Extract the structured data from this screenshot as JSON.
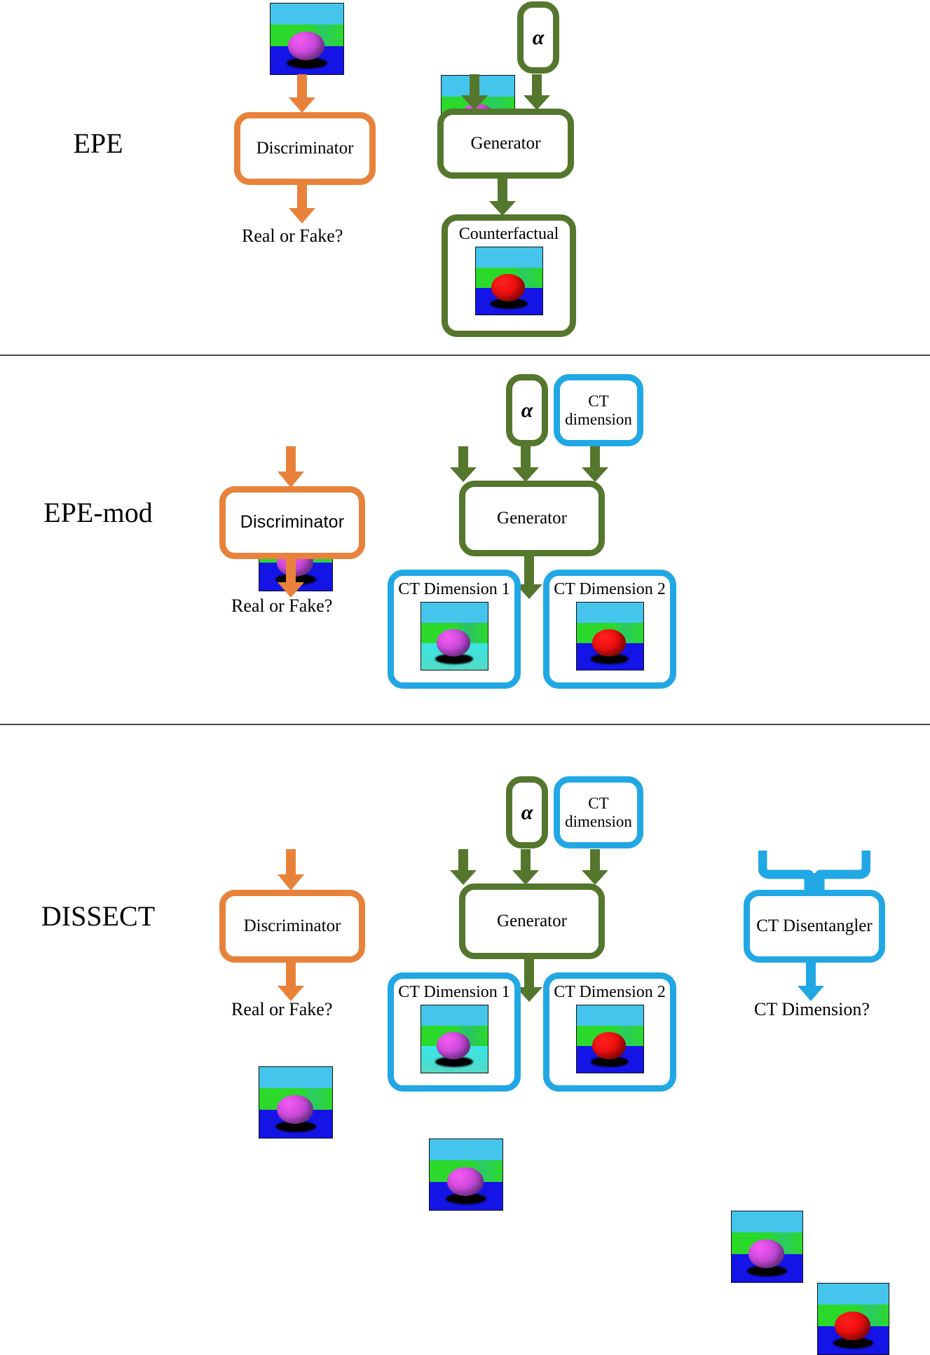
{
  "figure": {
    "type": "diagram",
    "title": "",
    "colors": {
      "discriminator": "#E8823A",
      "generator": "#54762D",
      "ct": "#22A7E5",
      "divider": "#4A4A4A",
      "background": "#FFFFFF"
    }
  },
  "rows": [
    {
      "id": "epe",
      "label": "EPE",
      "blocks": {
        "input_image_caption": "",
        "discriminator": "Discriminator",
        "discriminator_output": "Real or Fake?",
        "alpha": "α",
        "generator": "Generator",
        "counterfactual": "Counterfactual"
      },
      "images": [
        {
          "name": "input-scene",
          "sphere": "magenta",
          "ground": "blue"
        },
        {
          "name": "generator-input-scene",
          "sphere": "magenta",
          "ground": "blue"
        },
        {
          "name": "counterfactual-scene",
          "sphere": "red",
          "ground": "blue"
        }
      ]
    },
    {
      "id": "epe-mod",
      "label": "EPE-mod",
      "blocks": {
        "discriminator": "Discriminator",
        "discriminator_output": "Real or Fake?",
        "alpha": "α",
        "ct_dimension_input_line1": "CT",
        "ct_dimension_input_line2": "dimension",
        "generator": "Generator",
        "ct_dimension_1": "CT Dimension 1",
        "ct_dimension_2": "CT Dimension 2"
      },
      "images": [
        {
          "name": "input-scene",
          "sphere": "magenta",
          "ground": "blue"
        },
        {
          "name": "generator-input-scene",
          "sphere": "magenta",
          "ground": "blue"
        },
        {
          "name": "ct-dim-1-scene",
          "sphere": "magenta",
          "ground": "cyan"
        },
        {
          "name": "ct-dim-2-scene",
          "sphere": "red",
          "ground": "blue"
        }
      ]
    },
    {
      "id": "dissect",
      "label": "DISSECT",
      "blocks": {
        "discriminator": "Discriminator",
        "discriminator_output": "Real or Fake?",
        "alpha": "α",
        "ct_dimension_input_line1": "CT",
        "ct_dimension_input_line2": "dimension",
        "generator": "Generator",
        "ct_dimension_1": "CT Dimension 1",
        "ct_dimension_2": "CT Dimension 2",
        "ct_disentangler": "CT Disentangler",
        "ct_disentangler_output": "CT Dimension?"
      },
      "images": [
        {
          "name": "input-scene",
          "sphere": "magenta",
          "ground": "blue"
        },
        {
          "name": "generator-input-scene",
          "sphere": "magenta",
          "ground": "blue"
        },
        {
          "name": "ct-dim-1-scene",
          "sphere": "magenta",
          "ground": "cyan"
        },
        {
          "name": "ct-dim-2-scene",
          "sphere": "red",
          "ground": "blue"
        },
        {
          "name": "disentangler-input-scene-a",
          "sphere": "magenta",
          "ground": "blue"
        },
        {
          "name": "disentangler-input-scene-b",
          "sphere": "red",
          "ground": "blue"
        }
      ]
    }
  ]
}
